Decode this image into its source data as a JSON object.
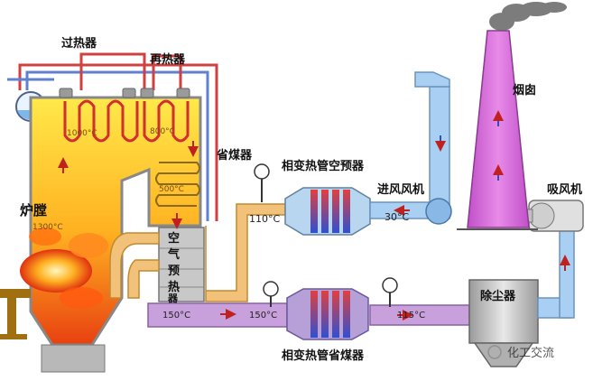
{
  "labels": {
    "superheater": "过热器",
    "reheater": "再热器",
    "economizer": "省煤器",
    "furnace": "炉膛",
    "air_preheater_1": "空",
    "air_preheater_2": "气",
    "air_preheater_3": "预",
    "air_preheater_4": "热",
    "air_preheater_5": "器",
    "phase_change_air_preheater": "相变热管空预器",
    "fd_fan": "进风风机",
    "chimney": "烟囱",
    "id_fan": "吸风机",
    "dust_collector": "除尘器",
    "phase_change_economizer": "相变热管省煤器",
    "watermark": "化工交流"
  },
  "temperatures": {
    "superheater_zone": "1000°C",
    "reheater_zone": "800°C",
    "economizer_zone": "500°C",
    "furnace_zone": "1300°C",
    "air_out": "110°C",
    "air_in": "30°C",
    "flue_out_preheater": "150°C",
    "flue_in_economizer": "150°C",
    "flue_out_economizer": "115°C"
  },
  "colors": {
    "flue_gas": "#e8b84a",
    "cold_air": "#9fc6ee",
    "hot_air": "#f0b070",
    "chimney": "#d66ad8",
    "furnace_wall": "#c8c8c8",
    "steam_pipe": "#c0392b",
    "flue_duct_purple": "#c39ae0"
  }
}
